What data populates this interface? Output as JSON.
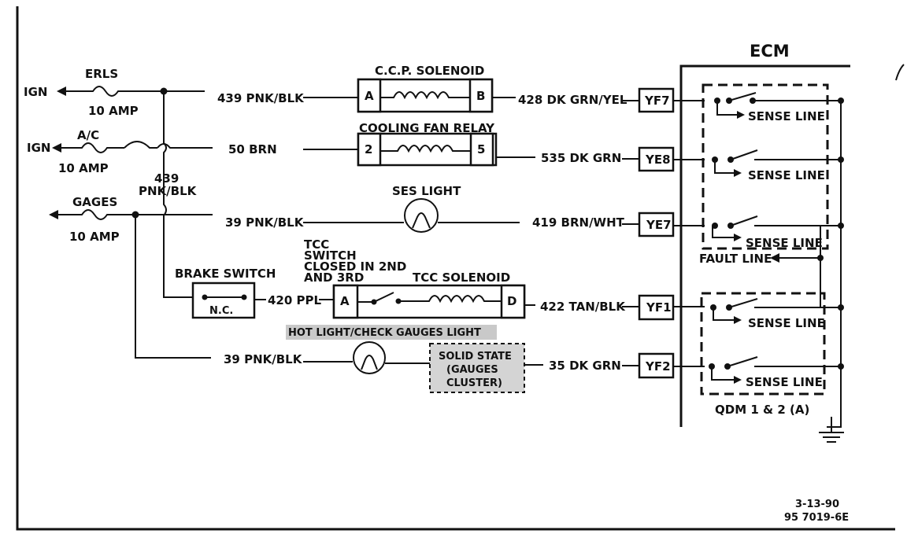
{
  "sources": {
    "ign_1": "IGN",
    "ign_2": "IGN",
    "erls": "ERLS",
    "erls_amp": "10 AMP",
    "ac": "A/C",
    "ac_amp": "10 AMP",
    "gages": "GAGES",
    "gages_amp": "10 AMP"
  },
  "jumper": {
    "num": "439",
    "color": "PNK/BLK"
  },
  "wires": {
    "w439": "439 PNK/BLK",
    "w50": "50 BRN",
    "w39a": "39 PNK/BLK",
    "w420": "420 PPL",
    "w39b": "39 PNK/BLK",
    "w428": "428 DK GRN/YEL",
    "w535": "535 DK GRN",
    "w419": "419 BRN/WHT",
    "w422": "422 TAN/BLK",
    "w35": "35 DK GRN"
  },
  "components": {
    "ccp_title": "C.C.P. SOLENOID",
    "ccp_pin_a": "A",
    "ccp_pin_b": "B",
    "fan_title": "COOLING FAN RELAY",
    "fan_pin_2": "2",
    "fan_pin_5": "5",
    "ses_title": "SES LIGHT",
    "brake_title": "BRAKE SWITCH",
    "brake_nc": "N.C.",
    "tcc_note_1": "TCC",
    "tcc_note_2": "SWITCH",
    "tcc_note_3": "CLOSED IN 2ND",
    "tcc_note_4": "AND 3RD",
    "tcc_title": "TCC SOLENOID",
    "tcc_pin_a": "A",
    "tcc_pin_d": "D",
    "hot_light_title": "HOT LIGHT/CHECK GAUGES LIGHT",
    "solid_state_1": "SOLID STATE",
    "solid_state_2": "(GAUGES",
    "solid_state_3": "CLUSTER)"
  },
  "ecm": {
    "title": "ECM",
    "terminals": [
      "YF7",
      "YE8",
      "YE7",
      "YF1",
      "YF2"
    ],
    "sense_line": "SENSE LINE",
    "fault_line": "FAULT LINE",
    "qdm": "QDM 1 & 2  (A)"
  },
  "footer": {
    "date": "3-13-90",
    "code": "95 7019-6E"
  }
}
